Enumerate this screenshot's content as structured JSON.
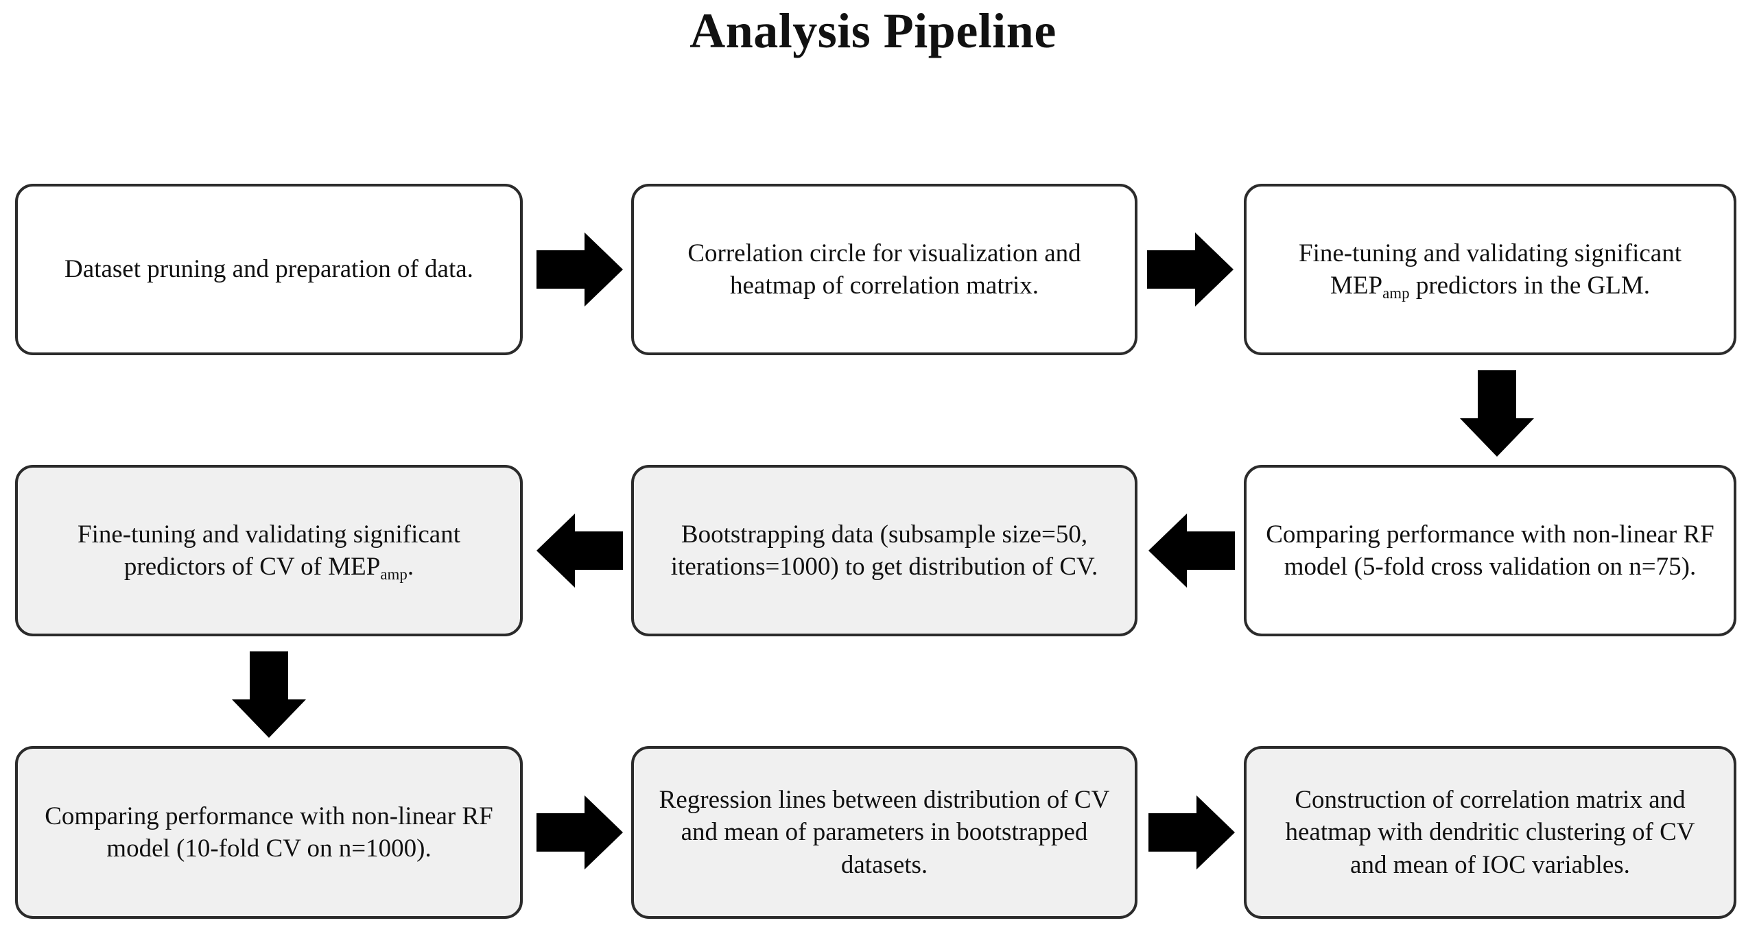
{
  "title": "Analysis Pipeline",
  "colors": {
    "box_border": "#2b2b2b",
    "box_fill_white": "#ffffff",
    "box_fill_shaded": "#f0f0f0",
    "arrow": "#000000",
    "text": "#111111",
    "background": "#ffffff"
  },
  "flowchart": {
    "type": "process-flow",
    "rows": 3,
    "columns": 3,
    "steps": [
      {
        "id": "step-1",
        "row": 1,
        "column": 1,
        "shaded": false,
        "text": "Dataset pruning and preparation of data.",
        "html": "Dataset pruning and preparation of data."
      },
      {
        "id": "step-2",
        "row": 1,
        "column": 2,
        "shaded": false,
        "text": "Correlation circle for visualization and heatmap of correlation matrix.",
        "html": "Correlation circle for visualization and heatmap of correlation matrix."
      },
      {
        "id": "step-3",
        "row": 1,
        "column": 3,
        "shaded": false,
        "text": "Fine-tuning and validating significant MEPamp predictors in the GLM.",
        "html": "Fine-tuning and validating significant MEP<sub>amp</sub> predictors in the GLM."
      },
      {
        "id": "step-4",
        "row": 2,
        "column": 3,
        "shaded": false,
        "text": "Comparing performance with non-linear RF model (5-fold cross validation on n=75).",
        "html": "Comparing performance with non-linear RF model (5-fold cross validation on n=75)."
      },
      {
        "id": "step-5",
        "row": 2,
        "column": 2,
        "shaded": true,
        "text": "Bootstrapping data (subsample size=50, iterations=1000) to get distribution of CV.",
        "html": "Bootstrapping data (subsample size=50, iterations=1000) to get distribution of CV."
      },
      {
        "id": "step-6",
        "row": 2,
        "column": 1,
        "shaded": true,
        "text": "Fine-tuning and validating significant predictors of CV of MEPamp.",
        "html": "Fine-tuning and validating significant predictors of CV of MEP<sub>amp</sub>."
      },
      {
        "id": "step-7",
        "row": 3,
        "column": 1,
        "shaded": true,
        "text": "Comparing performance with non-linear RF model (10-fold CV on n=1000).",
        "html": "Comparing performance with non-linear RF model (10-fold CV on n=1000)."
      },
      {
        "id": "step-8",
        "row": 3,
        "column": 2,
        "shaded": true,
        "text": "Regression lines between distribution of CV and mean of parameters in bootstrapped datasets.",
        "html": "Regression lines between distribution of CV and mean of parameters in bootstrapped datasets."
      },
      {
        "id": "step-9",
        "row": 3,
        "column": 3,
        "shaded": true,
        "text": "Construction of correlation matrix and heatmap with dendritic clustering of CV and mean of IOC variables.",
        "html": "Construction of correlation matrix and heatmap with dendritic clustering of CV and mean of IOC variables."
      }
    ],
    "connectors": [
      {
        "id": "arrow-1",
        "from": "step-1",
        "to": "step-2",
        "direction": "right"
      },
      {
        "id": "arrow-2",
        "from": "step-2",
        "to": "step-3",
        "direction": "right"
      },
      {
        "id": "arrow-3",
        "from": "step-3",
        "to": "step-4",
        "direction": "down"
      },
      {
        "id": "arrow-4",
        "from": "step-4",
        "to": "step-5",
        "direction": "left"
      },
      {
        "id": "arrow-5",
        "from": "step-5",
        "to": "step-6",
        "direction": "left"
      },
      {
        "id": "arrow-6",
        "from": "step-6",
        "to": "step-7",
        "direction": "down"
      },
      {
        "id": "arrow-7",
        "from": "step-7",
        "to": "step-8",
        "direction": "right"
      },
      {
        "id": "arrow-8",
        "from": "step-8",
        "to": "step-9",
        "direction": "right"
      }
    ]
  }
}
